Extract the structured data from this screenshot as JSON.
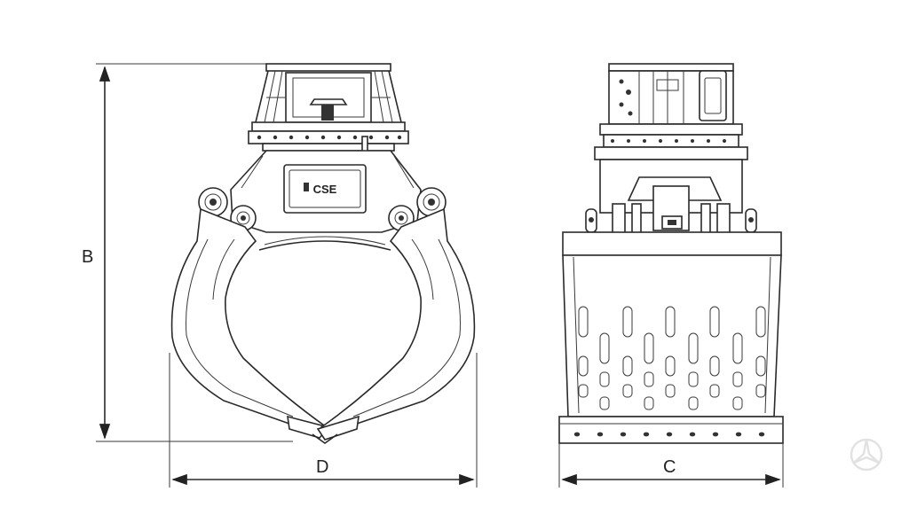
{
  "diagram": {
    "dimensions": {
      "height_label": "B",
      "jaw_width_label": "D",
      "side_width_label": "C"
    },
    "plate_text": "CSE",
    "watermark_icon": "mercedes-star-icon"
  }
}
